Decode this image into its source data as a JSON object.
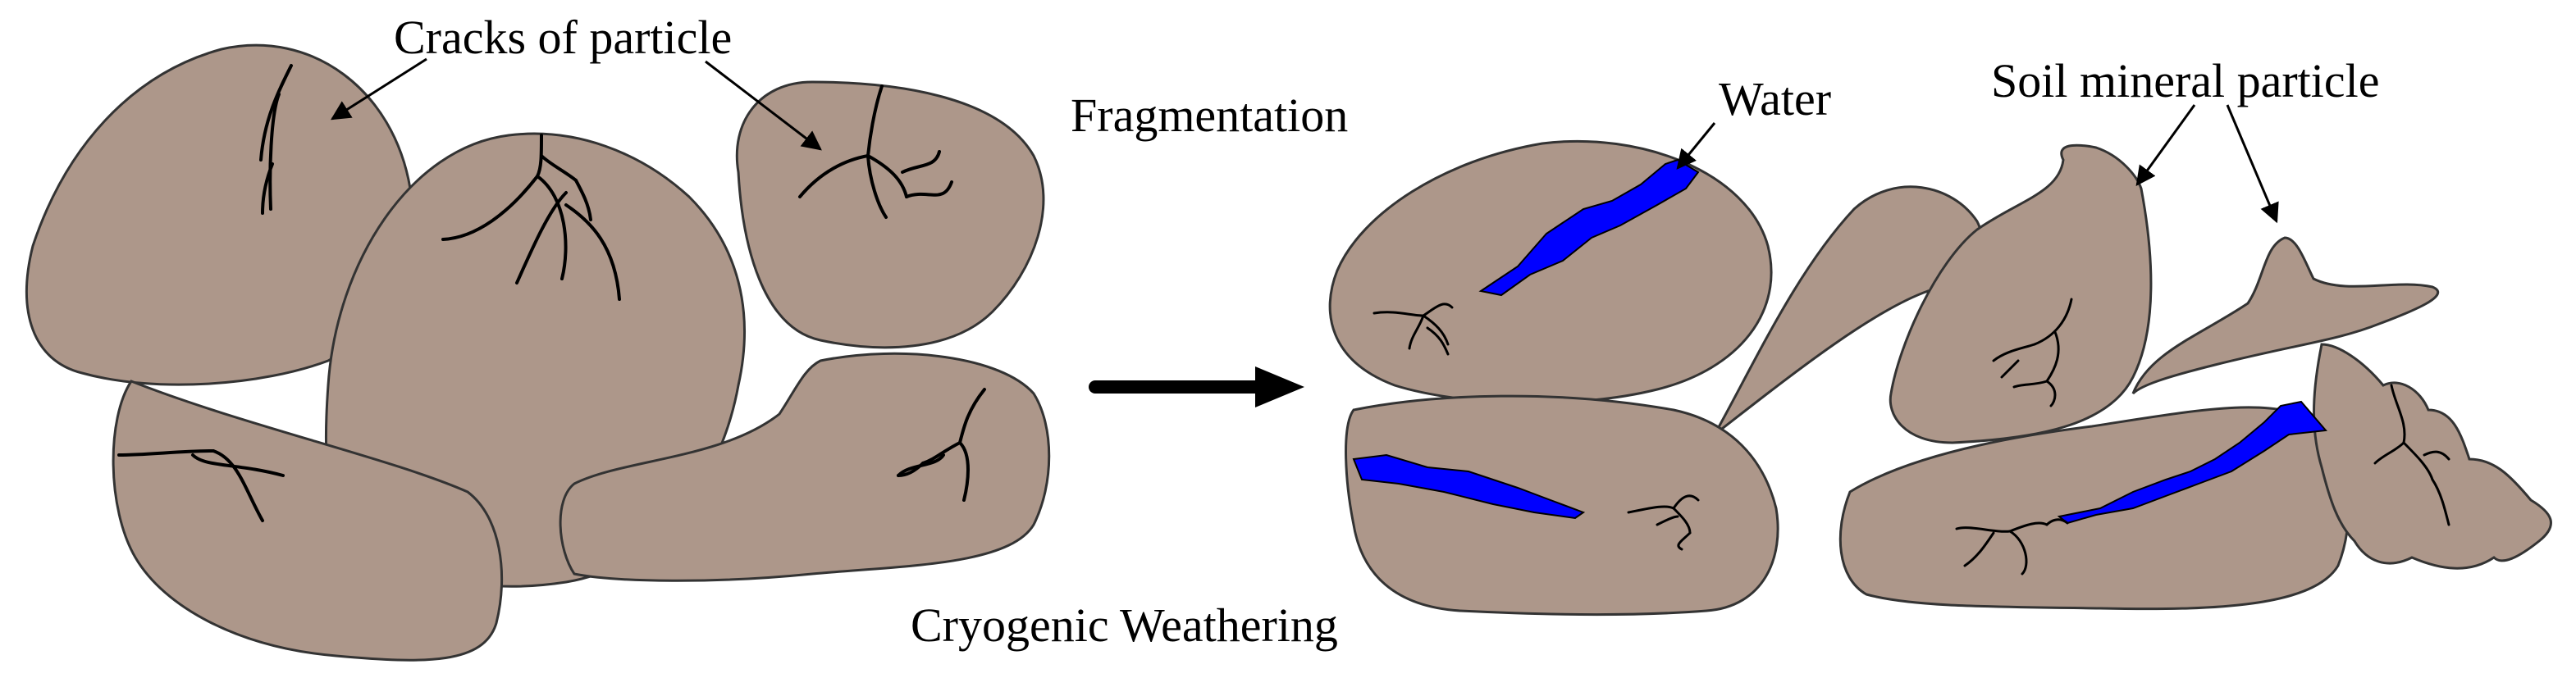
{
  "labels": {
    "cracks": "Cracks of particle",
    "fragmentation": "Fragmentation",
    "water": "Water",
    "soil": "Soil mineral particle",
    "weathering": "Cryogenic Weathering"
  },
  "colors": {
    "particle": "#ad978a",
    "outline": "#333333",
    "water": "#0000ff",
    "crack": "#000000",
    "arrow": "#000000"
  }
}
